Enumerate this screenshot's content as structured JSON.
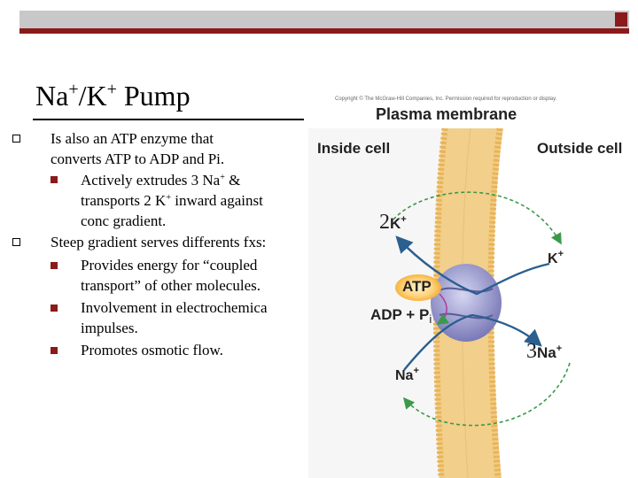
{
  "slide": {
    "title_parts": [
      "Na",
      "+",
      "/K",
      "+",
      " Pump"
    ],
    "bullets": [
      {
        "lines": [
          "Is also an ATP enzyme that",
          "converts ATP to ADP and Pi."
        ],
        "sub": [
          {
            "lines": [
              [
                "Actively extrudes 3 Na",
                "+",
                " &"
              ],
              [
                "transports 2 K",
                "+",
                " inward against"
              ],
              [
                "conc gradient."
              ]
            ]
          }
        ]
      },
      {
        "lines": [
          "Steep gradient serves differents fxs:"
        ],
        "sub": [
          {
            "lines": [
              [
                "Provides energy for “coupled"
              ],
              [
                "transport” of other molecules."
              ]
            ]
          },
          {
            "lines": [
              [
                "Involvement in  electrochemica"
              ],
              [
                "impulses."
              ]
            ]
          },
          {
            "lines": [
              [
                "Promotes osmotic flow."
              ]
            ]
          }
        ]
      }
    ]
  },
  "figure": {
    "copyright": "Copyright © The McGraw-Hill Companies, Inc. Permission required for reproduction or display.",
    "plasma_membrane": "Plasma membrane",
    "inside_cell": "Inside cell",
    "outside_cell": "Outside cell",
    "k_in": {
      "count": "2",
      "ion": "K",
      "charge": "+"
    },
    "k_out": {
      "ion": "K",
      "charge": "+"
    },
    "atp": "ATP",
    "adp": "ADP + P",
    "adp_sub": "i",
    "na_out": {
      "count": "3",
      "ion": "Na",
      "charge": "+"
    },
    "na_in": {
      "ion": "Na",
      "charge": "+"
    }
  },
  "colors": {
    "accent": "#8b1a1a",
    "membrane": "#f2cf8a",
    "membrane_heads": "#e8b45a",
    "inside_bg": "#f6f6f6",
    "pump": "#8e8ec8",
    "atp_glow": "#f4a621",
    "arrow": "#2a5f8f",
    "dash": "#3a9a4a"
  }
}
